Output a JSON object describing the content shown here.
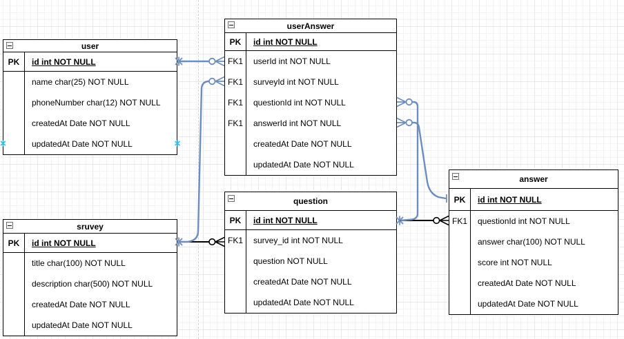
{
  "colors": {
    "edge-blue": "#6c8ebf",
    "edge-black": "#000000",
    "connection-cyan": "#33bfee",
    "grid-major": "#e8e8eb",
    "grid-minor": "#f5f5f7",
    "table-border": "#000000"
  },
  "diagram": {
    "tables": [
      {
        "title": "user",
        "rows": [
          {
            "key": "PK",
            "text": "id int NOT NULL"
          },
          {
            "key": "",
            "text": "name char(25) NOT NULL"
          },
          {
            "key": "",
            "text": "phoneNumber char(12) NOT NULL"
          },
          {
            "key": "",
            "text": "createdAt Date NOT NULL"
          },
          {
            "key": "",
            "text": "updatedAt Date NOT NULL"
          }
        ]
      },
      {
        "title": "userAnswer",
        "rows": [
          {
            "key": "PK",
            "text": "id int NOT NULL"
          },
          {
            "key": "FK1",
            "text": "userId int NOT NULL"
          },
          {
            "key": "FK1",
            "text": "surveyId int NOT NULL"
          },
          {
            "key": "FK1",
            "text": "questionId int NOT NULL"
          },
          {
            "key": "FK1",
            "text": "answerId int NOT NULL"
          },
          {
            "key": "",
            "text": "createdAt Date NOT NULL"
          },
          {
            "key": "",
            "text": "updatedAt Date NOT NULL"
          }
        ]
      },
      {
        "title": "question",
        "rows": [
          {
            "key": "PK",
            "text": "id int NOT NULL"
          },
          {
            "key": "FK1",
            "text": "survey_id int NOT NULL"
          },
          {
            "key": "",
            "text": "question NOT NULL"
          },
          {
            "key": "",
            "text": "createdAt Date NOT NULL"
          },
          {
            "key": "",
            "text": "updatedAt Date NOT NULL"
          }
        ]
      },
      {
        "title": "sruvey",
        "rows": [
          {
            "key": "PK",
            "text": "id int NOT NULL"
          },
          {
            "key": "",
            "text": "title char(100) NOT NULL"
          },
          {
            "key": "",
            "text": "description char(500) NOT NULL"
          },
          {
            "key": "",
            "text": "createdAt Date NOT NULL"
          },
          {
            "key": "",
            "text": "updatedAt Date NOT NULL"
          }
        ]
      },
      {
        "title": "answer",
        "rows": [
          {
            "key": "PK",
            "text": "id int NOT NULL"
          },
          {
            "key": "FK1",
            "text": "questionId int NOT NULL"
          },
          {
            "key": "",
            "text": "answer char(100) NOT NULL"
          },
          {
            "key": "",
            "text": "score int NOT NULL"
          },
          {
            "key": "",
            "text": "createdAt Date NOT NULL"
          },
          {
            "key": "",
            "text": "updatedAt Date NOT NULL"
          }
        ]
      }
    ],
    "relations": [
      {
        "from": "user.id",
        "to": "userAnswer.userId",
        "cardinality": "one-to-zero-or-many",
        "color": "blue"
      },
      {
        "from": "sruvey.id",
        "to": "userAnswer.surveyId",
        "cardinality": "one-to-zero-or-many",
        "color": "blue"
      },
      {
        "from": "sruvey.id",
        "to": "question.survey_id",
        "cardinality": "one-to-zero-or-many",
        "color": "black"
      },
      {
        "from": "question.id",
        "to": "userAnswer.questionId",
        "cardinality": "one-to-zero-or-many",
        "color": "blue"
      },
      {
        "from": "question.id",
        "to": "answer.questionId",
        "cardinality": "one-to-zero-or-many",
        "color": "black"
      },
      {
        "from": "answer.id",
        "to": "userAnswer.answerId",
        "cardinality": "one-to-zero-or-many",
        "color": "blue"
      }
    ]
  }
}
